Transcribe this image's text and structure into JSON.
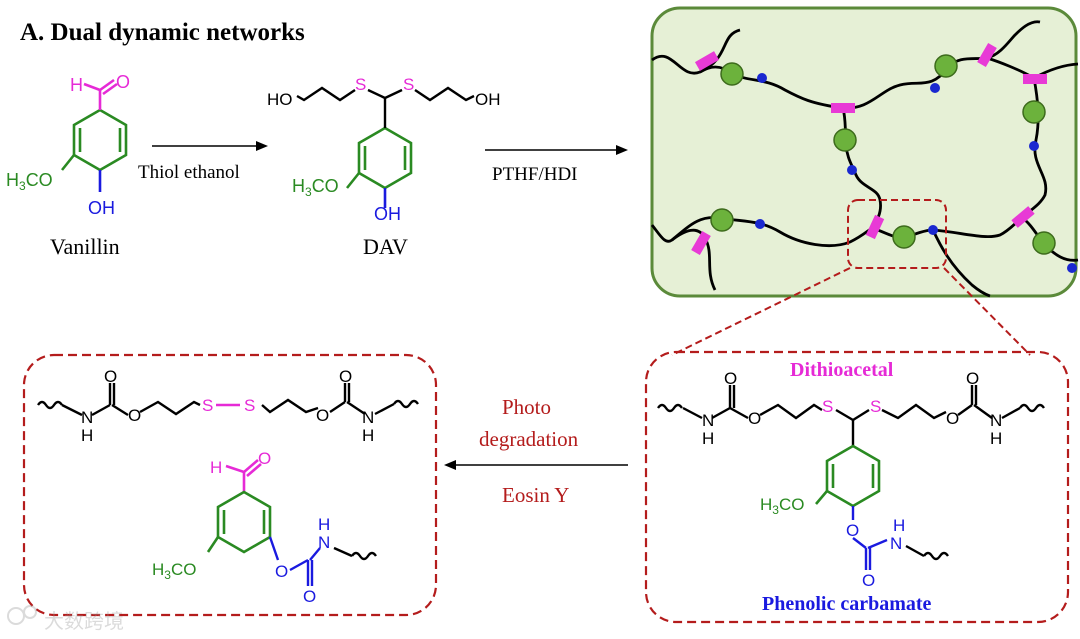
{
  "title": "A. Dual dynamic networks",
  "colors": {
    "aldehyde": "#e62ad6",
    "ring": "#2a8a22",
    "hydroxyl": "#1a1adf",
    "sulfur": "#e62ad6",
    "arrow_text": "#b41c1c",
    "dashed_box": "#b41c1c",
    "network_bg": "#e6f0d6",
    "network_border": "#5b8a3a"
  },
  "molecules": {
    "vanillin": {
      "name": "Vanillin",
      "aldehyde_h": "H",
      "aldehyde_o": "O",
      "methoxy": "H3CO",
      "hydroxyl": "OH"
    },
    "dav": {
      "name": "DAV",
      "s1": "S",
      "s2": "S",
      "ho_left": "HO",
      "oh_right": "OH",
      "methoxy": "H3CO",
      "hydroxyl": "OH"
    }
  },
  "arrows": {
    "step1": "Thiol ethanol",
    "step2": "PTHF/HDI",
    "photo_line1": "Photo",
    "photo_line2": "degradation",
    "catalyst": "Eosin Y"
  },
  "products": {
    "o": "O",
    "nh_n": "N",
    "nh_h": "H",
    "s": "S",
    "h": "H",
    "methoxy": "H3CO",
    "carbamate_n": "N",
    "carbamate_h": "H"
  },
  "network_unit": {
    "label_top": "Dithioacetal",
    "label_bottom": "Phenolic carbamate",
    "o": "O",
    "s": "S",
    "n": "N",
    "h": "H",
    "methoxy": "H3CO"
  },
  "watermark": "大数跨境"
}
